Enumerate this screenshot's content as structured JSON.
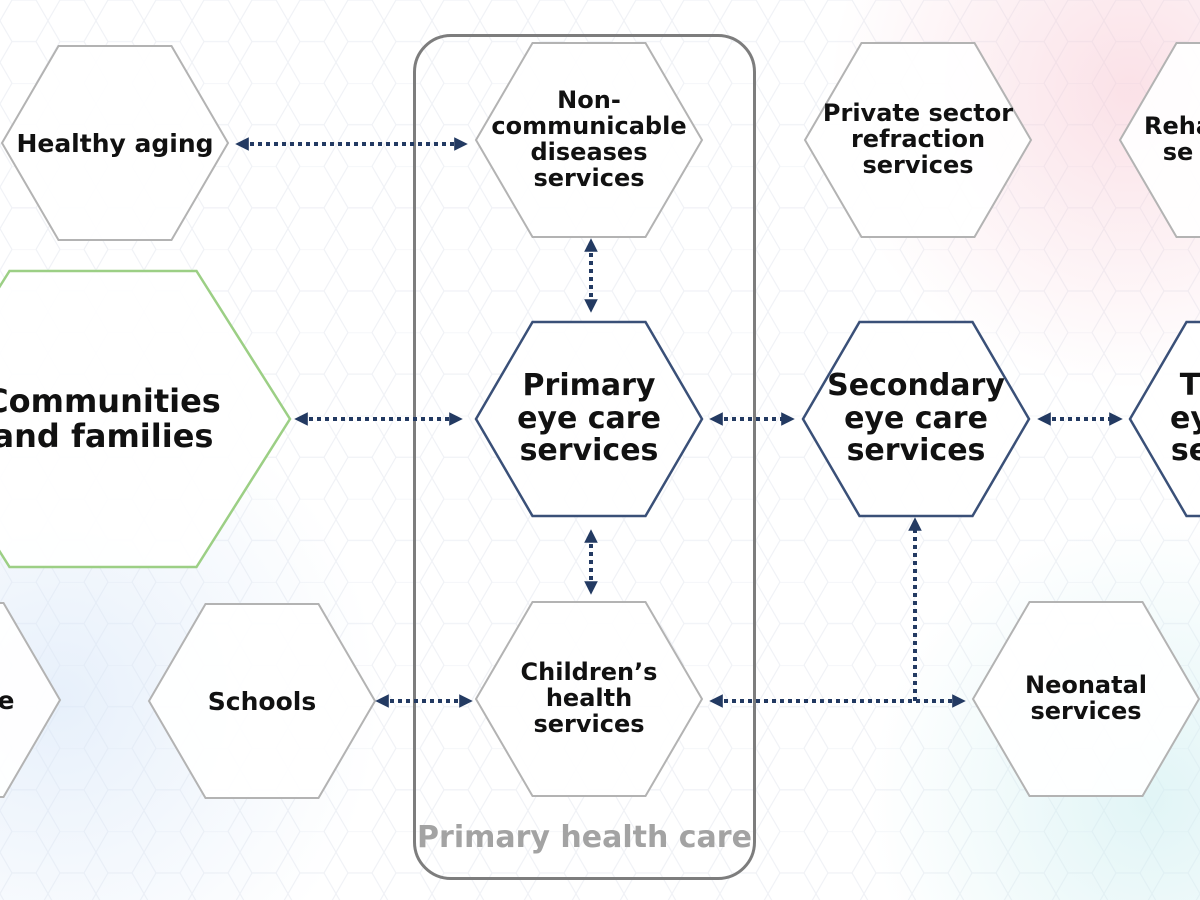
{
  "colors": {
    "arrow": "#233a62",
    "hex_default": "#b3b3b3",
    "hex_emphasis": "#3a5078",
    "hex_community": "#9ccf85",
    "frame": "#7d7d7d",
    "frame_label": "#a3a3a3",
    "text": "#111111"
  },
  "frame": {
    "label": "Primary health care"
  },
  "nodes": {
    "healthy_aging": "Healthy aging",
    "ncd": "Non-\ncommunicable\ndiseases\nservices",
    "private_sector": "Private sector\nrefraction\nservices",
    "rehab": "Reha\nse",
    "communities": "Communities\nand families",
    "primary": "Primary\neye care\nservices",
    "secondary": "Secondary\neye care\nservices",
    "tertiary": "T\ney\nse",
    "left_partial": "e",
    "schools": "Schools",
    "children": "Children’s\nhealth\nservices",
    "neonatal": "Neonatal\nservices"
  },
  "icons": {
    "arrow": "dotted-double-arrow-icon"
  }
}
